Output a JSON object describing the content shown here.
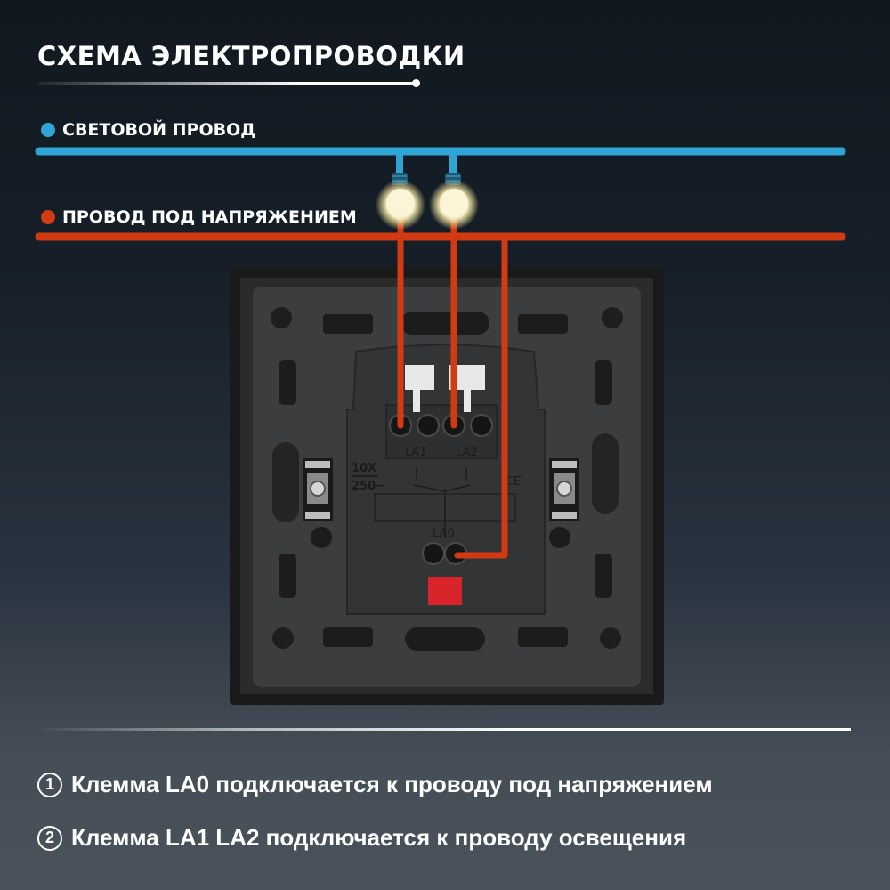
{
  "header": {
    "title": "СХЕМА ЭЛЕКТРОПРОВОДКИ"
  },
  "legend": [
    {
      "label": "СВЕТОВОЙ ПРОВОД",
      "color": "#2fa5d6"
    },
    {
      "label": "ПРОВОД ПОД НАПРЯЖЕНИЕМ",
      "color": "#d23a12"
    }
  ],
  "switch": {
    "terminals": [
      "LA1",
      "LA2",
      "LA0"
    ],
    "rating_top": "10X",
    "rating_bottom": "250~",
    "mark": "CE"
  },
  "notes": [
    {
      "num": "1",
      "text": "Клемма LA0 подключается к проводу под напряжением"
    },
    {
      "num": "2",
      "text": "Клемма LA1 LA2 подключается к проводу освещения"
    }
  ],
  "colors": {
    "light_wire": "#2fa5d6",
    "live_wire": "#d23a12",
    "bulb": "#fdf6d8"
  }
}
